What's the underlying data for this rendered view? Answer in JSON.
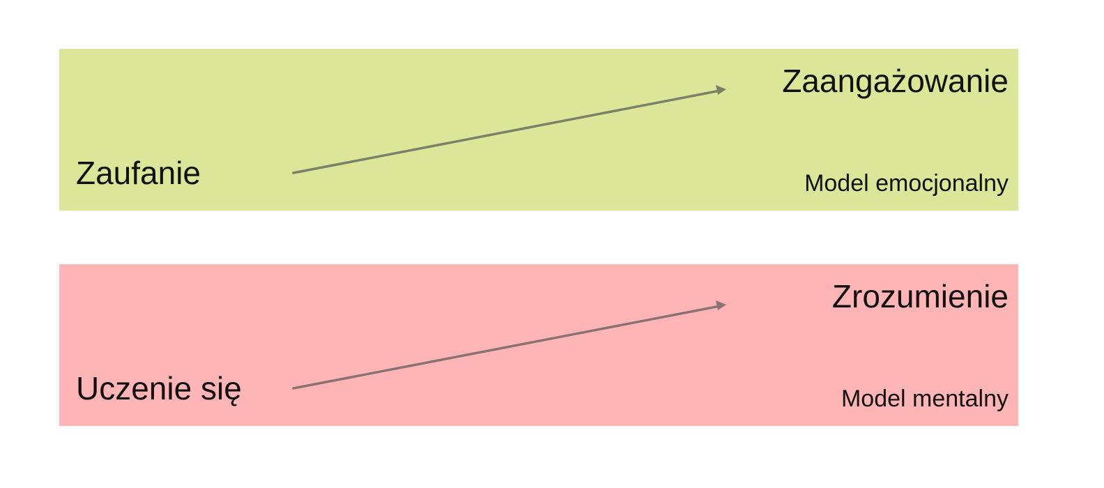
{
  "colors": {
    "emotional_band": "#dce698",
    "mental_band": "#ffb5b5",
    "emotional_arrow": "#7b8068",
    "mental_arrow": "#8a7272",
    "text": "#111111"
  },
  "rows": [
    {
      "start": "Zaufanie",
      "end": "Zaangażowanie",
      "model": "Model emocjonalny"
    },
    {
      "start": "Uczenie się",
      "end": "Zrozumienie",
      "model": "Model mentalny"
    }
  ]
}
